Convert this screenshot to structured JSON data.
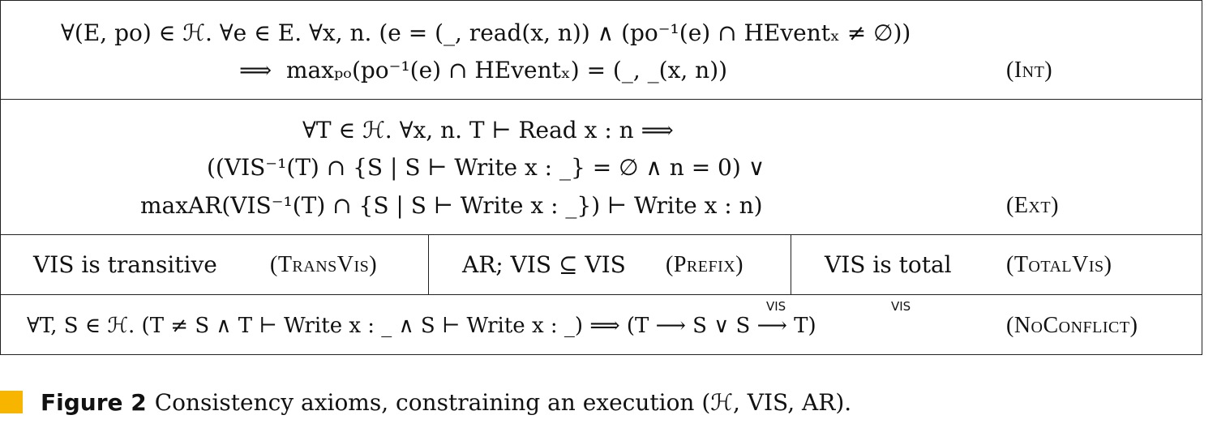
{
  "axioms": {
    "int": {
      "line1": "∀(E, po) ∈ ℋ. ∀e ∈ E. ∀x, n. (e = (_, read(x, n)) ∧ (po⁻¹(e) ∩ HEventₓ ≠ ∅))",
      "line2": "⟹  maxₚₒ(po⁻¹(e) ∩ HEventₓ) = (_, _(x, n))",
      "tag": "(Int)"
    },
    "ext": {
      "line1": "∀T ∈ ℋ. ∀x, n. T ⊢ Read x : n ⟹",
      "line2": "((VIS⁻¹(T) ∩ {S | S ⊢ Write x : _} = ∅ ∧ n = 0) ∨",
      "line3": "maxAR(VIS⁻¹(T) ∩ {S | S ⊢ Write x : _}) ⊢ Write x : n)",
      "tag": "(Ext)"
    },
    "transvis": {
      "text": "VIS is transitive",
      "tag": "(TransVis)"
    },
    "prefix": {
      "text": "AR; VIS ⊆ VIS",
      "tag": "(Prefix)"
    },
    "totalvis": {
      "text": "VIS is total",
      "tag": "(TotalVis)"
    },
    "noconflict": {
      "text": "∀T, S ∈ ℋ. (T ≠ S ∧ T ⊢ Write x : _ ∧ S ⊢ Write x : _) ⟹ (T ⟶ S ∨ S ⟶ T)",
      "vis_label_1": "VIS",
      "vis_label_2": "VIS",
      "tag": "(NoConflict)"
    }
  },
  "caption": {
    "label": "Figure 2",
    "text": "Consistency axioms, constraining an execution (ℋ, VIS, AR)."
  },
  "colors": {
    "caption_marker": "#f7b500",
    "rule": "#222222"
  }
}
